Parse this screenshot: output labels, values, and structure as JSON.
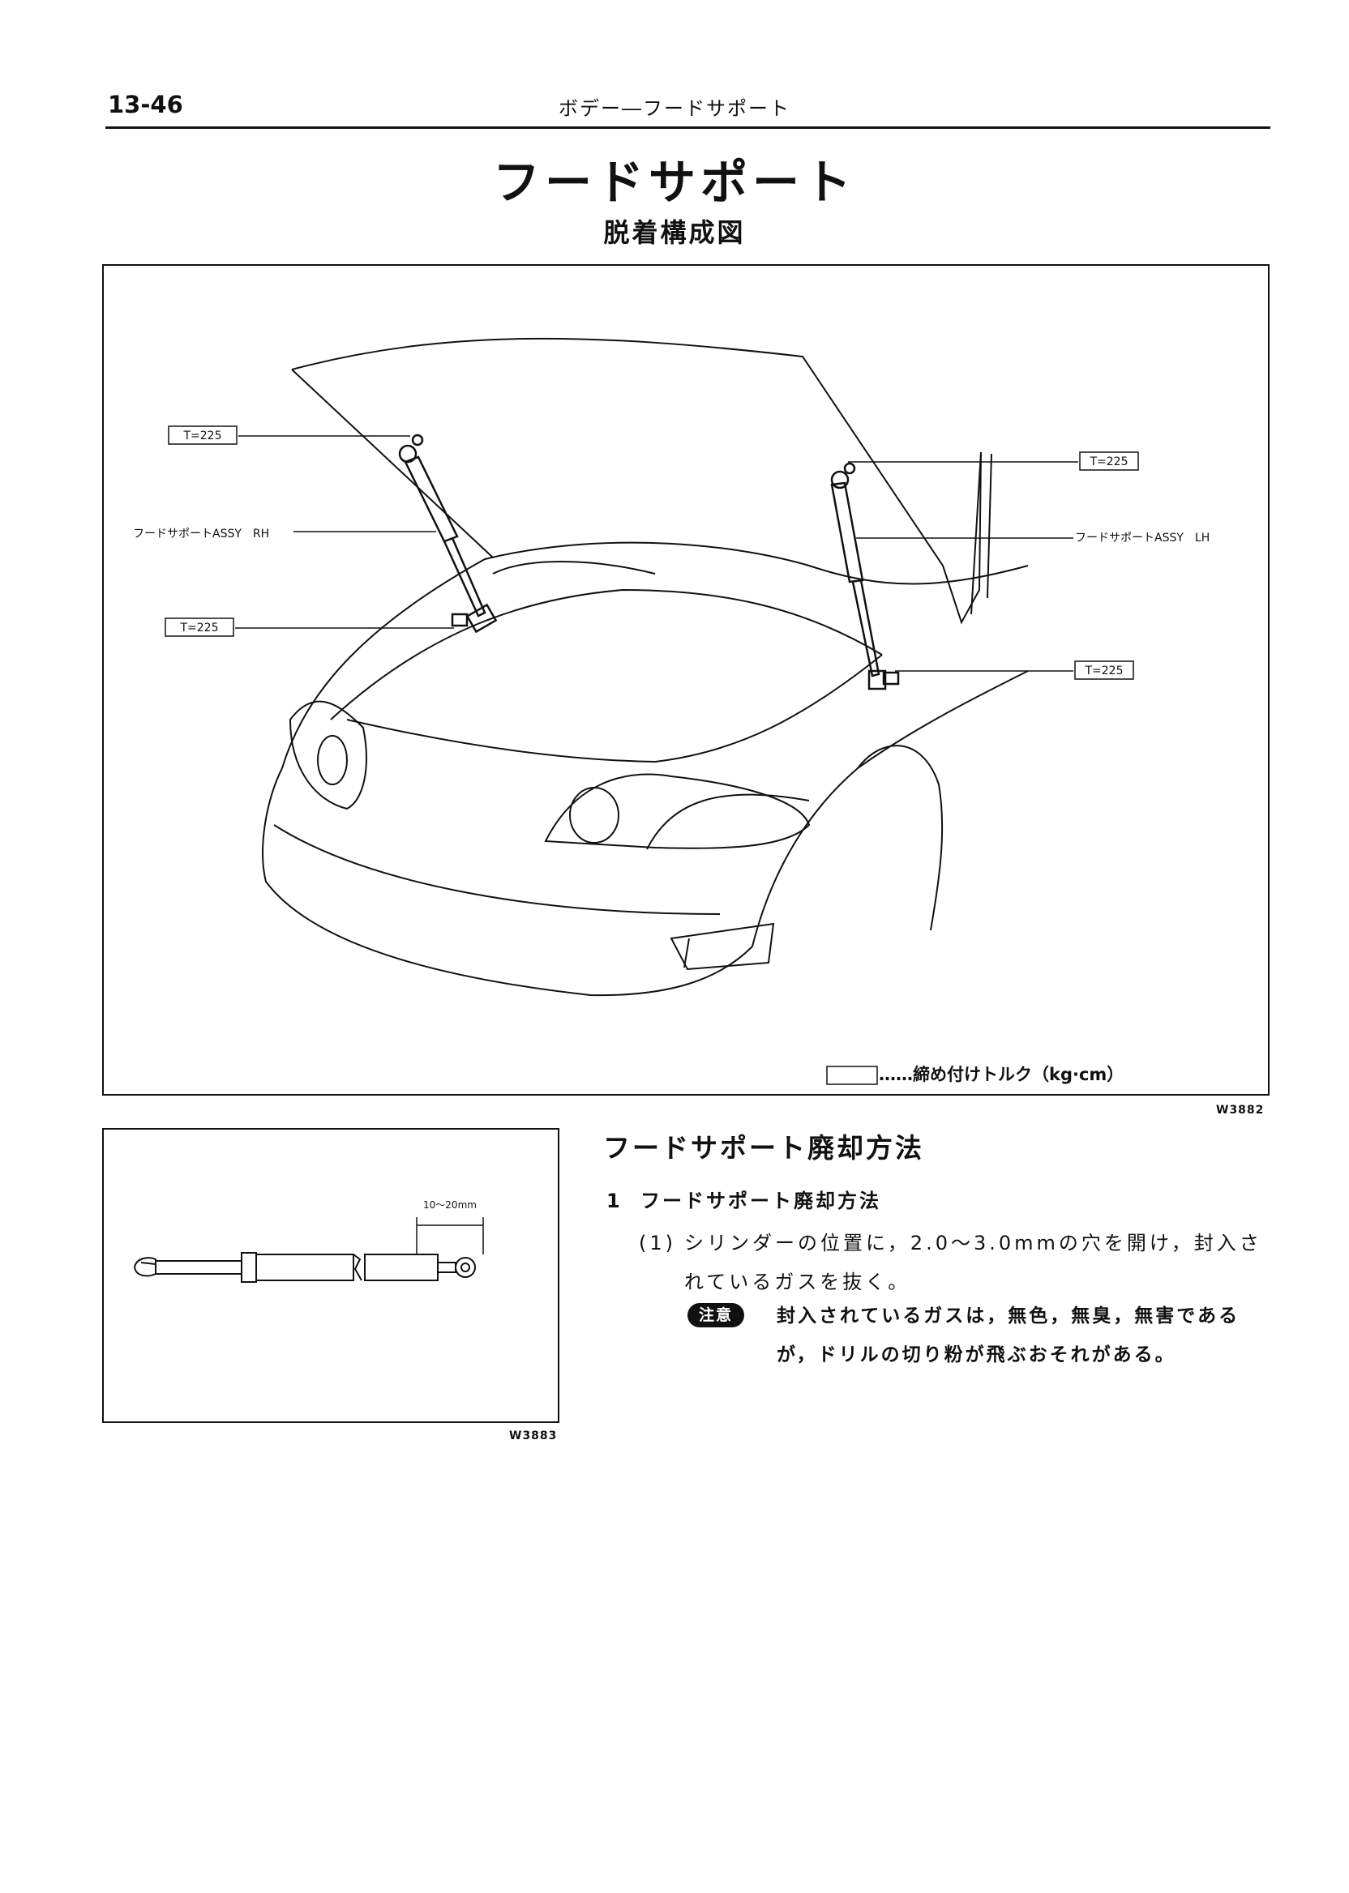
{
  "header": {
    "page_number": "13-46",
    "running_title": "ボデー―フードサポート"
  },
  "title": "フードサポート",
  "subtitle": "脱着構成図",
  "figure1": {
    "torque_labels": [
      "T=225",
      "T=225",
      "T=225",
      "T=225"
    ],
    "callout_rh": "フードサポートASSY　RH",
    "callout_lh": "フードサポートASSY　LH",
    "legend_text": "……締め付けトルク（kg·cm）",
    "figure_code": "W3882"
  },
  "figure2": {
    "dimension_label": "10〜20mm",
    "figure_code": "W3883"
  },
  "section": {
    "heading": "フードサポート廃却方法",
    "item_number": "1",
    "item_title": "フードサポート廃却方法",
    "step_number": "(1)",
    "step_text": "シリンダーの位置に，2.0〜3.0mmの穴を開け，封入されているガスを抜く。",
    "note_badge": "注意",
    "note_text": "封入されているガスは，無色，無臭，無害であるが，ドリルの切り粉が飛ぶおそれがある。"
  }
}
